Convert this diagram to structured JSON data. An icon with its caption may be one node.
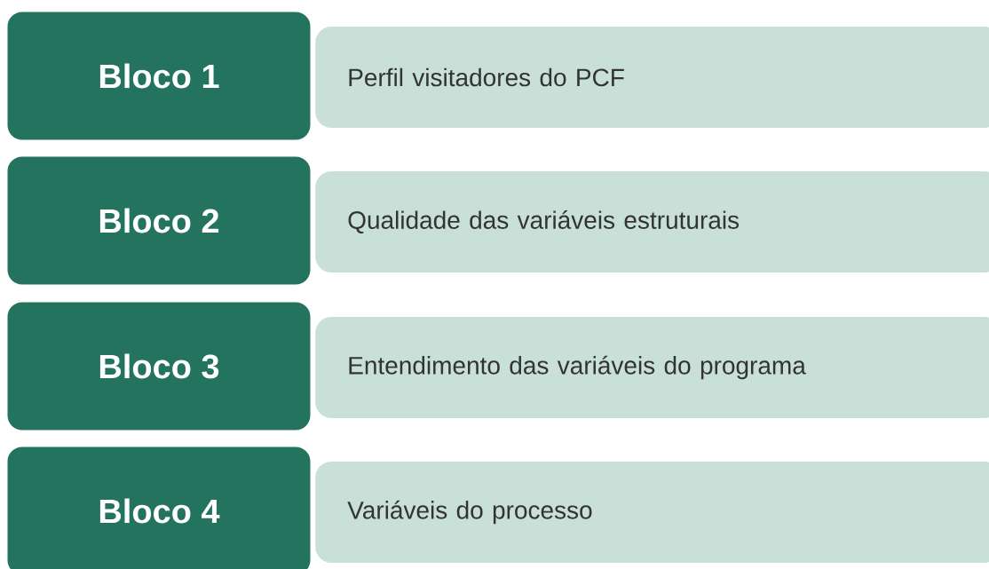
{
  "diagram": {
    "nodes": [
      {
        "text": [
          "Bloco 1"
        ]
      },
      {
        "text": [
          "Perfil visitadores do PCF"
        ]
      },
      {
        "text": [
          "Bloco 2"
        ]
      },
      {
        "text": [
          "Qualidade das variáveis estruturais"
        ]
      },
      {
        "text": [
          "Bloco 3"
        ]
      },
      {
        "text": [
          "Entendimento das variáveis do programa"
        ]
      },
      {
        "text": [
          "Bloco 4"
        ]
      },
      {
        "text": [
          "Variáveis do processo"
        ]
      }
    ]
  }
}
